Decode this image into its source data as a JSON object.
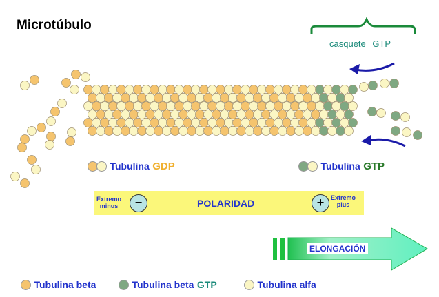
{
  "title": "Microtúbulo",
  "cap_label": "casquete GTP",
  "tubulin_gdp": {
    "label": "Tubulina",
    "state": "GDP"
  },
  "tubulin_gtp": {
    "label": "Tubulina",
    "state": "GTP"
  },
  "polarity": {
    "label": "POLARIDAD",
    "minus_label_1": "Extremo",
    "minus_label_2": "minus",
    "minus_sign": "−",
    "plus_label_1": "Extremo",
    "plus_label_2": "plus",
    "plus_sign": "+"
  },
  "elongation": "ELONGACIÓN",
  "legend": [
    {
      "label": "Tubulina beta",
      "suffix": ""
    },
    {
      "label": "Tubulina beta",
      "suffix": "GTP"
    },
    {
      "label": "Tubulina alfa",
      "suffix": ""
    }
  ],
  "colors": {
    "beta": "#f5c46e",
    "alpha": "#fbf6c4",
    "gtp": "#7fa882",
    "blue": "#2233cc",
    "cap": "#1a8a3a"
  }
}
